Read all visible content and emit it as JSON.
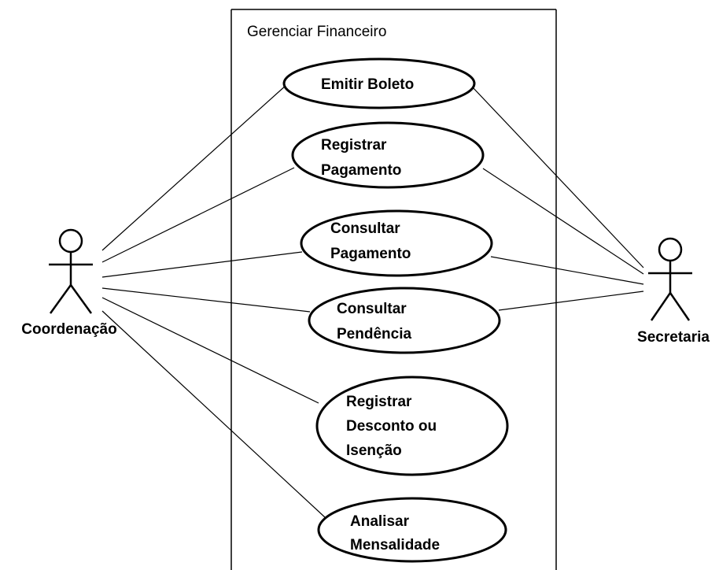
{
  "system": {
    "title": "Gerenciar Financeiro"
  },
  "actors": {
    "coordenacao": "Coordenação",
    "secretaria": "Secretaria"
  },
  "use_cases": {
    "emitir_boleto": [
      "Emitir Boleto"
    ],
    "registrar_pagamento": [
      "Registrar",
      "Pagamento"
    ],
    "consultar_pagamento": [
      "Consultar",
      "Pagamento"
    ],
    "consultar_pendencia": [
      "Consultar",
      "Pendência"
    ],
    "registrar_desconto": [
      "Registrar",
      "Desconto ou",
      "Isenção"
    ],
    "analisar_mensalidade": [
      "Analisar",
      "Mensalidade"
    ]
  }
}
